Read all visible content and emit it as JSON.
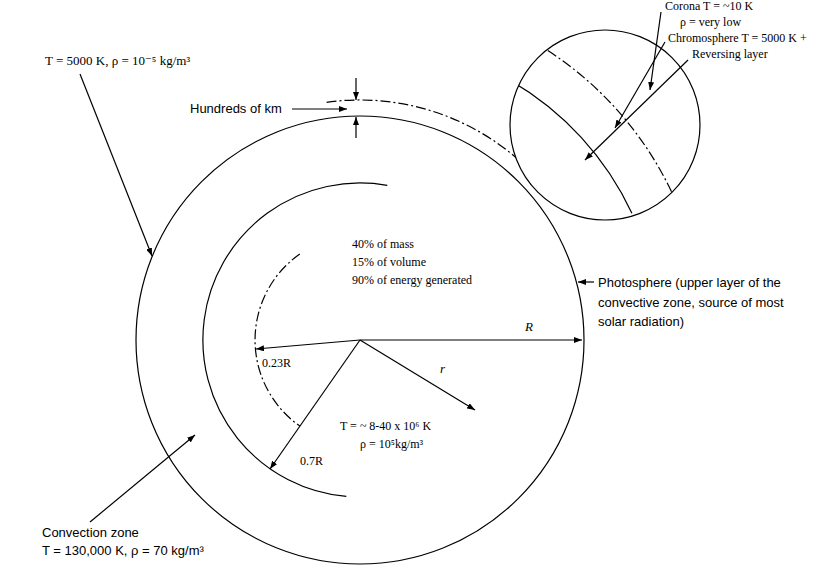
{
  "diagram": {
    "labels": [
      "Corona T = ~10 K",
      "ρ = very low",
      "Chromosphere T = 5000 K +",
      "Reversing layer",
      "Hundreds of km",
      "T = 5000 K, ρ = 10⁻⁵ kg/m³",
      "Photosphere (upper layer of the convective zone, source of most solar radiation)",
      "40% of mass",
      "15% of volume",
      "90% of energy generated",
      "R",
      "r",
      "0.23R",
      "T = ~ 8-40 x 10⁶ K",
      "ρ = 10⁵kg/m³",
      "0.7R",
      "Convection zone",
      "T = 130,000 K, ρ = 70 kg/m³"
    ]
  }
}
